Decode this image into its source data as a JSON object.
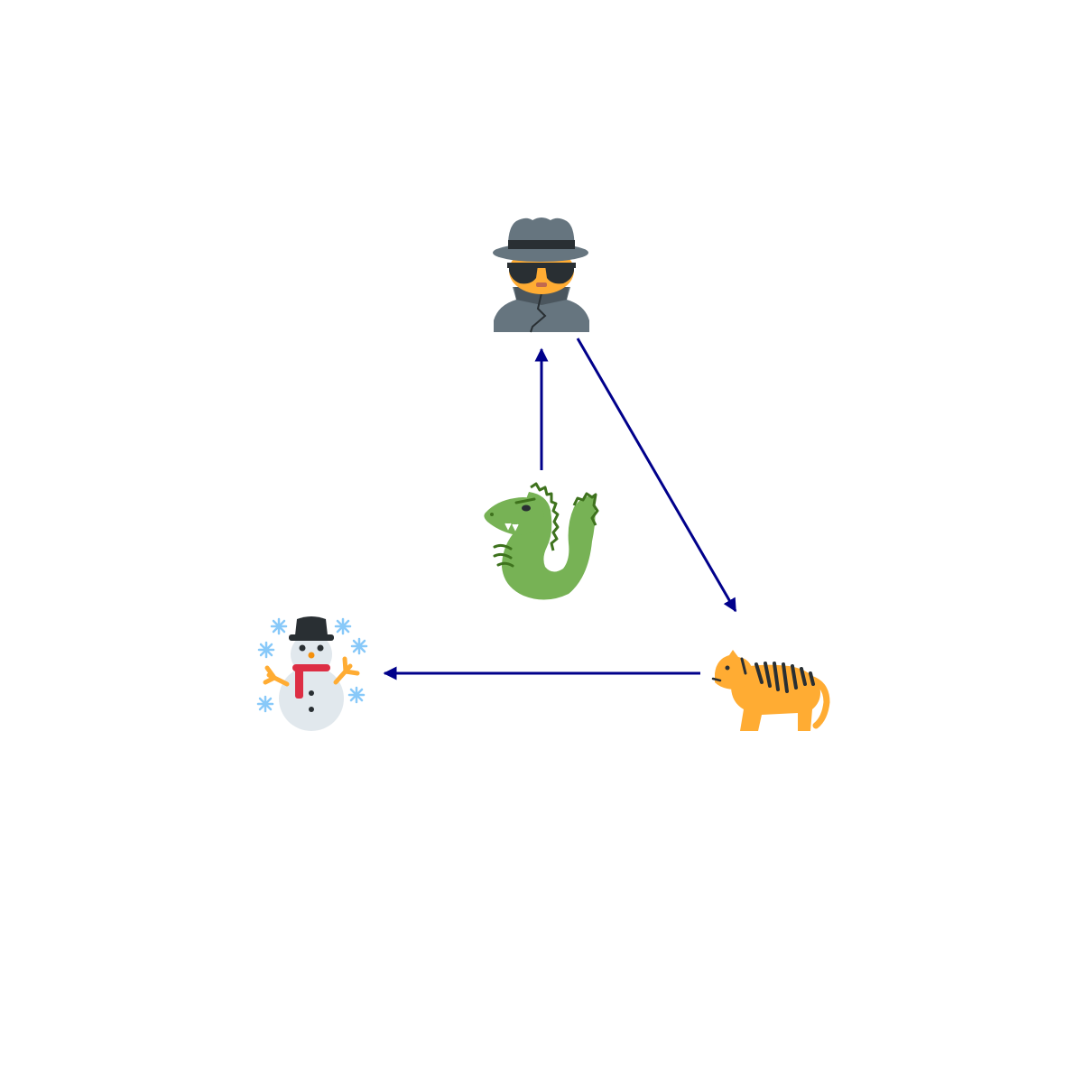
{
  "diagram": {
    "type": "directed-graph",
    "edge_color": "#00008b",
    "nodes": [
      {
        "id": "spy",
        "icon": "detective-icon"
      },
      {
        "id": "dragon",
        "icon": "dragon-icon"
      },
      {
        "id": "tiger",
        "icon": "tiger-icon"
      },
      {
        "id": "snowman",
        "icon": "snowman-icon"
      }
    ],
    "edges": [
      {
        "from": "dragon",
        "to": "spy"
      },
      {
        "from": "spy",
        "to": "tiger"
      },
      {
        "from": "tiger",
        "to": "snowman"
      }
    ]
  }
}
